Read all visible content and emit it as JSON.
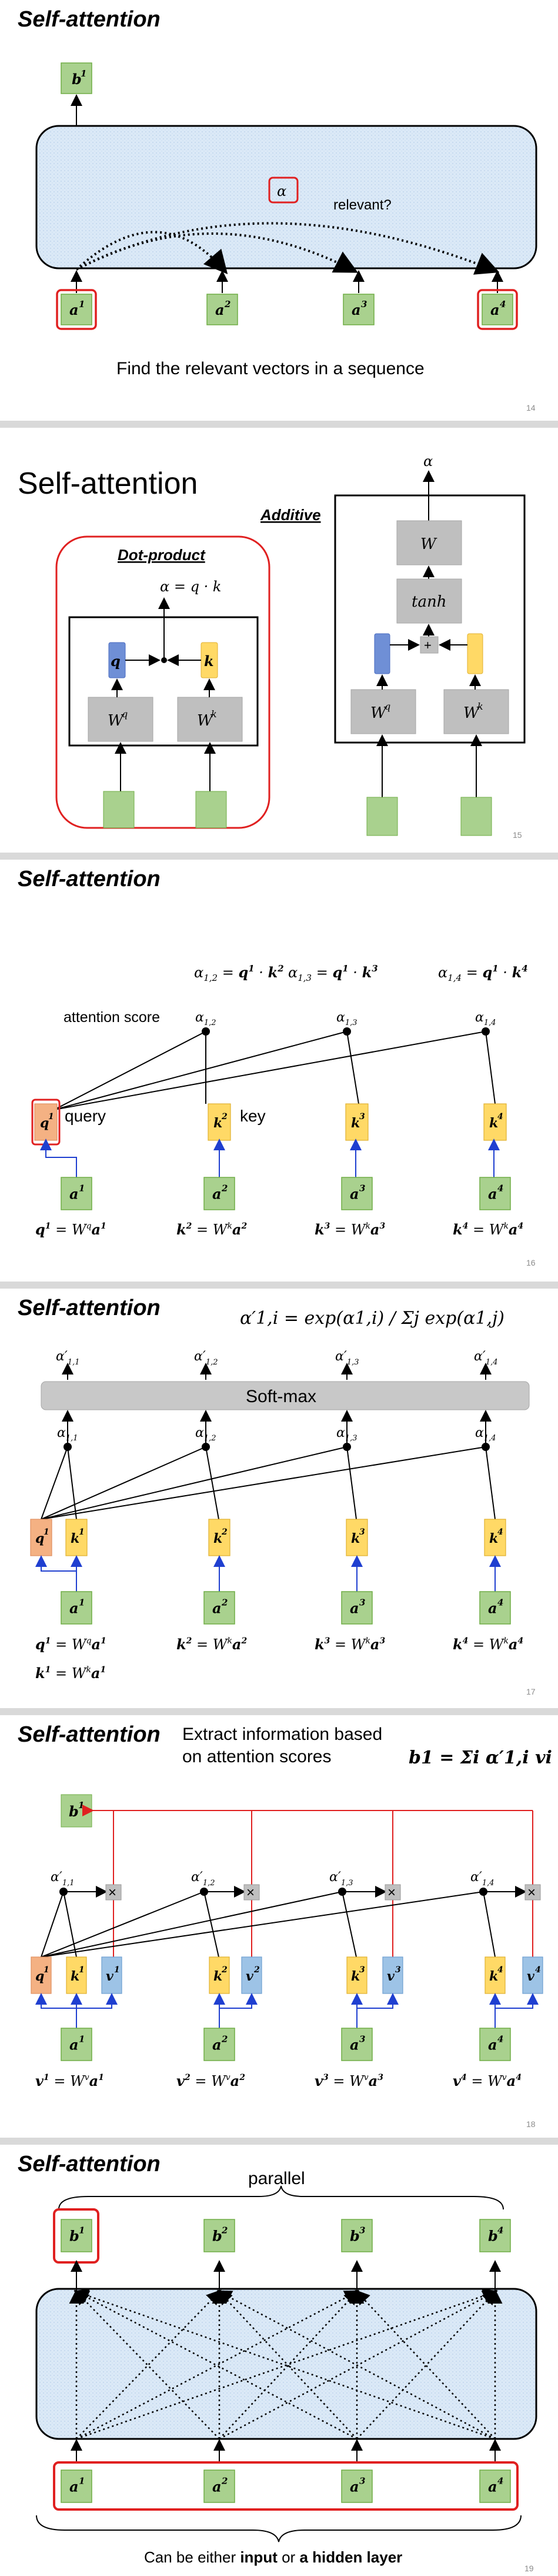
{
  "slide14": {
    "title": "Self-attention",
    "output_label": "b",
    "output_sup": "1",
    "alpha_label": "α",
    "relevant_label": "relevant?",
    "inputs": [
      {
        "base": "a",
        "sup": "1"
      },
      {
        "base": "a",
        "sup": "2"
      },
      {
        "base": "a",
        "sup": "3"
      },
      {
        "base": "a",
        "sup": "4"
      }
    ],
    "caption": "Find the relevant vectors in a sequence",
    "page": "14"
  },
  "slide15": {
    "title": "Self-attention",
    "dot_product_label": "Dot-product",
    "additive_label": "Additive",
    "dot_formula": "α = q · k",
    "q_label": "q",
    "k_label": "k",
    "wq_label": "W",
    "wq_sup": "q",
    "wk_label": "W",
    "wk_sup": "k",
    "alpha_label": "α",
    "w_label": "W",
    "tanh_label": "tanh",
    "plus_label": "+",
    "page": "15"
  },
  "slide16": {
    "title": "Self-attention",
    "scores": [
      "α1,2 = q1 · k2",
      "α1,3 = q1 · k3",
      "α1,4 = q1 · k4"
    ],
    "attention_score_label": "attention score",
    "alpha_nodes": [
      "α1,2",
      "α1,3",
      "α1,4"
    ],
    "query_label": "query",
    "key_label": "key",
    "vectors": [
      {
        "base": "q",
        "sup": "1"
      },
      {
        "base": "k",
        "sup": "2"
      },
      {
        "base": "k",
        "sup": "3"
      },
      {
        "base": "k",
        "sup": "4"
      }
    ],
    "inputs": [
      {
        "base": "a",
        "sup": "1"
      },
      {
        "base": "a",
        "sup": "2"
      },
      {
        "base": "a",
        "sup": "3"
      },
      {
        "base": "a",
        "sup": "4"
      }
    ],
    "equations": [
      "q1 = Wq a1",
      "k2 = Wk a2",
      "k3 = Wk a3",
      "k4 = Wk a4"
    ],
    "page": "16"
  },
  "slide17": {
    "title": "Self-attention",
    "formula": "α′1,i = exp(α1,i) / Σj exp(α1,j)",
    "softmax_label": "Soft-max",
    "alpha_prime": [
      "α′1,1",
      "α′1,2",
      "α′1,3",
      "α′1,4"
    ],
    "alpha_nodes": [
      "α1,1",
      "α1,2",
      "α1,3",
      "α1,4"
    ],
    "equations": [
      "q1 = Wq a1",
      "k2 = Wk a2",
      "k3 = Wk a3",
      "k4 = Wk a4",
      "k1 = Wk a1"
    ],
    "page": "17"
  },
  "slide18": {
    "title": "Self-attention",
    "extract_line1": "Extract information based",
    "extract_line2": "on attention scores",
    "formula": "b1 = Σi α′1,i vi",
    "alpha_prime": [
      "α′1,1",
      "α′1,2",
      "α′1,3",
      "α′1,4"
    ],
    "equations": [
      "v1 = Wv a1",
      "v2 = Wv a2",
      "v3 = Wv a3",
      "v4 = Wv a4"
    ],
    "page": "18"
  },
  "slide19": {
    "title": "Self-attention",
    "parallel_label": "parallel",
    "outputs": [
      {
        "base": "b",
        "sup": "1"
      },
      {
        "base": "b",
        "sup": "2"
      },
      {
        "base": "b",
        "sup": "3"
      },
      {
        "base": "b",
        "sup": "4"
      }
    ],
    "inputs": [
      {
        "base": "a",
        "sup": "1"
      },
      {
        "base": "a",
        "sup": "2"
      },
      {
        "base": "a",
        "sup": "3"
      },
      {
        "base": "a",
        "sup": "4"
      }
    ],
    "caption_pre": "Can be either ",
    "caption_input": "input",
    "caption_mid": " or ",
    "caption_hidden": "a hidden layer",
    "page": "19"
  },
  "colors": {
    "green_box": "#a9d18e",
    "green_border": "#70ad47",
    "orange_box": "#f4b183",
    "yellow_box": "#ffd966",
    "blue_box": "#9dc3e6",
    "gray_box": "#bfbfbf",
    "red": "#e02020",
    "blue_line": "#1f3fd0",
    "panel_blue": "#dbe9f7"
  }
}
